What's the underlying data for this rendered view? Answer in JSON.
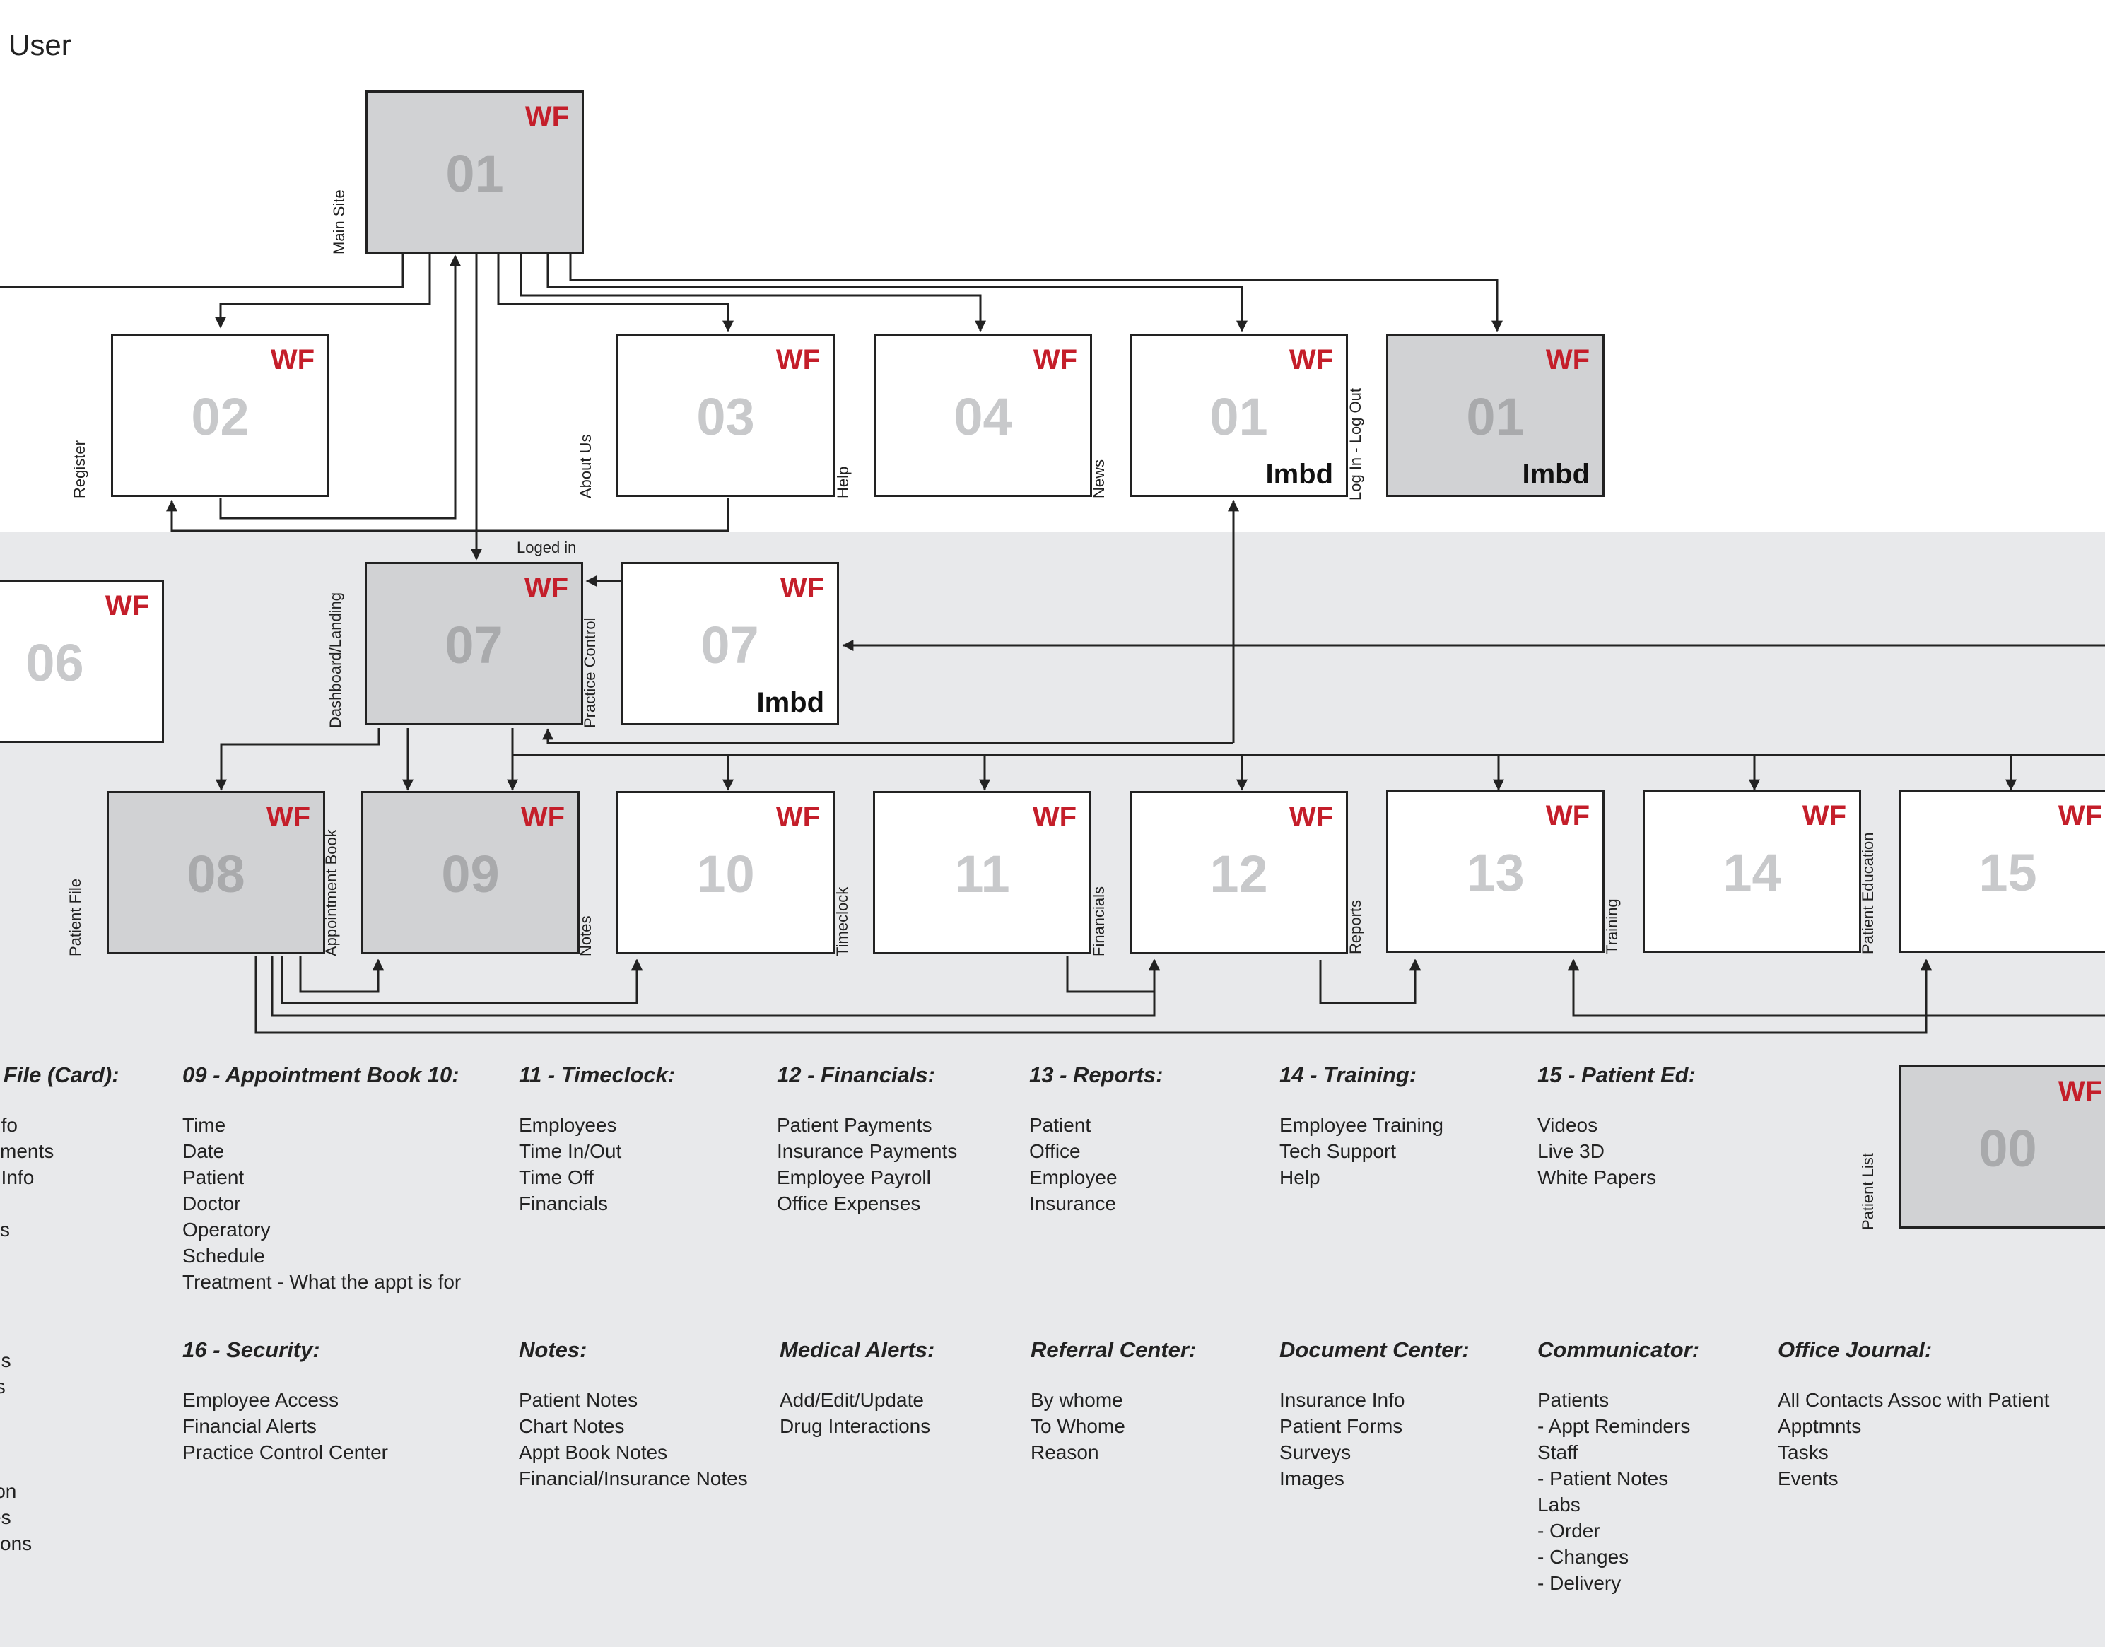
{
  "title": "User",
  "wf_tag": "WF",
  "imbd_tag": "Imbd",
  "loged_in_label": "Loged in",
  "boxes": {
    "b01_main": {
      "num": "01",
      "label": "Main Site"
    },
    "b02": {
      "num": "02",
      "label": "Register"
    },
    "b03": {
      "num": "03",
      "label": "About Us"
    },
    "b04": {
      "num": "04",
      "label": "Help"
    },
    "b01_news": {
      "num": "01",
      "label": "News"
    },
    "b01_login": {
      "num": "01",
      "label": "Log In - Log Out"
    },
    "b06": {
      "num": "06"
    },
    "b07_dash": {
      "num": "07",
      "label": "Dashboard/Landing"
    },
    "b07_pc": {
      "num": "07",
      "label": "Practice Control"
    },
    "b08": {
      "num": "08",
      "label": "Patient File"
    },
    "b09": {
      "num": "09",
      "label": "Appointment Book"
    },
    "b10": {
      "num": "10",
      "label": "Notes"
    },
    "b11": {
      "num": "11",
      "label": "Timeclock"
    },
    "b12": {
      "num": "12",
      "label": "Financials"
    },
    "b13": {
      "num": "13",
      "label": "Reports"
    },
    "b14": {
      "num": "14",
      "label": "Training"
    },
    "b15": {
      "num": "15",
      "label": "Patient Education"
    },
    "b00": {
      "num": "00",
      "label": "Patient List"
    }
  },
  "columns": {
    "c08": {
      "heading": "t File (Card):",
      "items": [
        "nfo",
        "yments",
        "t Info",
        "",
        "cs",
        "",
        "",
        "",
        "",
        "us",
        "ts",
        "",
        "s",
        "",
        "ion",
        "es",
        "tions"
      ]
    },
    "c09": {
      "heading": "09 - Appointment Book 10:",
      "items": [
        "Time",
        "Date",
        "Patient",
        "Doctor",
        "Operatory",
        "Schedule",
        "Treatment - What the appt is for"
      ]
    },
    "c11": {
      "heading": "11 - Timeclock:",
      "items": [
        "Employees",
        "Time In/Out",
        "Time Off",
        "Financials"
      ]
    },
    "c12": {
      "heading": "12 - Financials:",
      "items": [
        "Patient Payments",
        "Insurance Payments",
        "Employee Payroll",
        "Office Expenses"
      ]
    },
    "c13": {
      "heading": "13 - Reports:",
      "items": [
        "Patient",
        "Office",
        "Employee",
        "Insurance"
      ]
    },
    "c14": {
      "heading": "14 - Training:",
      "items": [
        "Employee Training",
        "Tech Support",
        "Help"
      ]
    },
    "c15": {
      "heading": "15 - Patient Ed:",
      "items": [
        "Videos",
        "Live 3D",
        "White Papers"
      ]
    },
    "c16": {
      "heading": "16 - Security:",
      "items": [
        "Employee Access",
        "Financial Alerts",
        "Practice Control Center"
      ]
    },
    "notes": {
      "heading": "Notes:",
      "items": [
        "Patient Notes",
        "Chart Notes",
        "Appt Book Notes",
        "Financial/Insurance Notes"
      ]
    },
    "medical": {
      "heading": "Medical Alerts:",
      "items": [
        "Add/Edit/Update",
        "Drug Interactions"
      ]
    },
    "referral": {
      "heading": "Referral Center:",
      "items": [
        "By whome",
        "To Whome",
        "Reason"
      ]
    },
    "document": {
      "heading": "Document Center:",
      "items": [
        "Insurance Info",
        "Patient Forms",
        "Surveys",
        "Images"
      ]
    },
    "communicator": {
      "heading": "Communicator:",
      "items": [
        "Patients",
        "- Appt Reminders",
        "Staff",
        "- Patient Notes",
        "Labs",
        "- Order",
        "- Changes",
        "- Delivery"
      ]
    },
    "journal": {
      "heading": "Office Journal:",
      "items": [
        "All Contacts Assoc with Patient",
        "Apptmnts",
        "Tasks",
        "Events"
      ]
    }
  },
  "colors": {
    "wf": "#c41e2a",
    "grey_box": "#d1d2d4",
    "band": "#e8e9eb",
    "line": "#222222"
  }
}
